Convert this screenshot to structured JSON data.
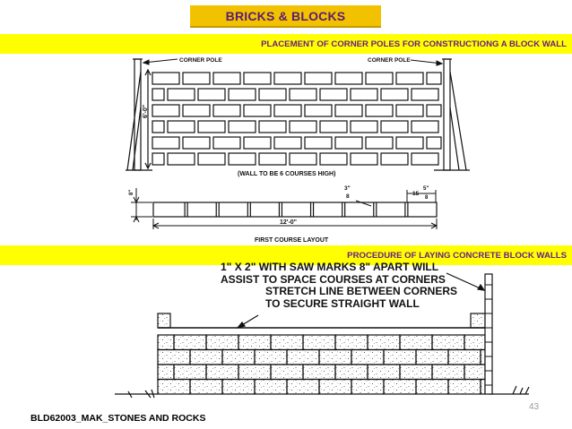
{
  "slide": {
    "title": "BRICKS & BLOCKS",
    "section1_heading": "PLACEMENT OF CORNER POLES FOR CONSTRUCTIONG A BLOCK WALL",
    "section2_heading": "PROCEDURE OF LAYING CONCRETE BLOCK WALLS",
    "footer": "BLD62003_MAK_STONES AND ROCKS",
    "page_number": "43"
  },
  "figure1": {
    "corner_pole_left": "CORNER POLE",
    "corner_pole_right": "CORNER POLE",
    "height_dim": "6'-0\"",
    "caption": "(WALL TO BE 6 COURSES HIGH)",
    "courses": 6
  },
  "figure2": {
    "top_dim": "8\"",
    "joint_dim_whole": "3\"",
    "joint_dim_frac": "8",
    "block_dim_whole": "15",
    "block_dim_num": "5\"",
    "block_dim_den": "8",
    "length_dim": "12'-0\"",
    "caption": "FIRST COURSE LAYOUT"
  },
  "figure3": {
    "note1_line1": "1\" X 2\" WITH SAW MARKS 8\" APART WILL",
    "note1_line2": "ASSIST TO SPACE COURSES AT CORNERS",
    "note2_line1": "STRETCH LINE BETWEEN CORNERS",
    "note2_line2": "TO SECURE STRAIGHT WALL"
  }
}
